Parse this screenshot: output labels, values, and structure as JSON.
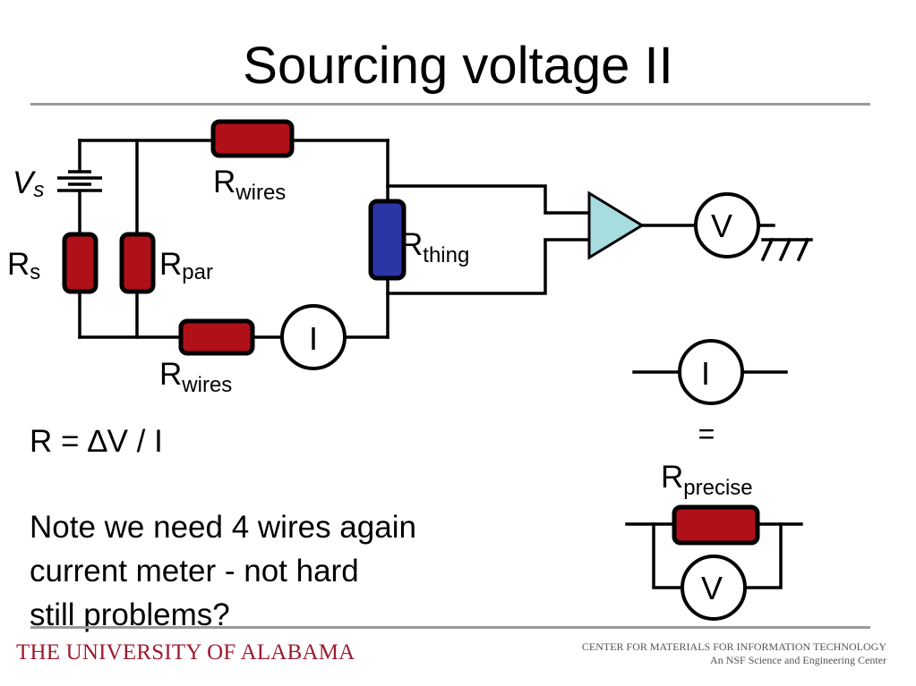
{
  "title": "Sourcing voltage II",
  "diagram": {
    "source_label": "V",
    "source_subscript": "s",
    "rs_label": "R",
    "rs_subscript": "s",
    "rpar_label": "R",
    "rpar_subscript": "par",
    "rwires_top_label": "R",
    "rwires_top_subscript": "wires",
    "rwires_bottom_label": "R",
    "rwires_bottom_subscript": "wires",
    "rthing_label": "R",
    "rthing_subscript": "thing",
    "current_meter_label": "I",
    "voltmeter_label": "V",
    "legend_meter_label": "I",
    "equals_label": "=",
    "rprecise_label": "R",
    "rprecise_subscript": "precise",
    "legend_voltmeter_label": "V",
    "colors": {
      "resistor_red": "#b01018",
      "resistor_blue": "#2b35a6",
      "amplifier_fill": "#a8dde0"
    }
  },
  "body": {
    "formula": "R = ∆V / I",
    "note_line1": "Note we need 4 wires again",
    "note_line2": "current meter - not hard",
    "note_line3": "still problems?"
  },
  "footer": {
    "university": "THE UNIVERSITY OF ALABAMA",
    "center_line1": "CENTER FOR MATERIALS FOR INFORMATION TECHNOLOGY",
    "center_line2": "An NSF Science and Engineering Center"
  }
}
